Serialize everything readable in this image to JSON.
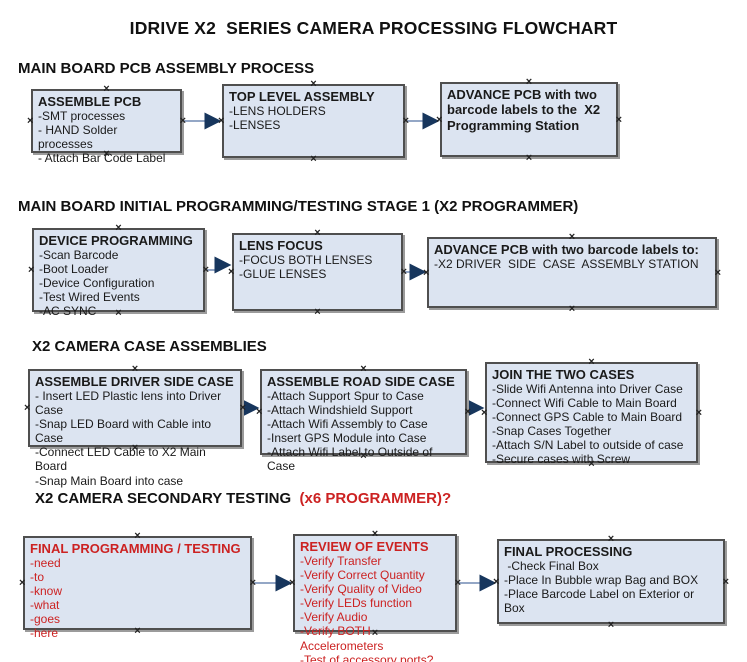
{
  "title": "IDRIVE X2  SERIES CAMERA PROCESSING FLOWCHART",
  "marker_glyph": "×",
  "colors": {
    "box_fill": "#dce4f1",
    "box_border": "#4f4f4f",
    "box_shadow": "#9b9b9b",
    "connector_line": "#94a7c6",
    "arrowhead": "#17365d",
    "accent_red": "#cc2222",
    "text": "#1a1a1a"
  },
  "sections": [
    {
      "heading": "MAIN BOARD PCB ASSEMBLY PROCESS",
      "boxes": [
        {
          "title": "ASSEMBLE PCB",
          "items": [
            "-SMT processes",
            "- HAND Solder processes",
            "- Attach Bar Code Label"
          ]
        },
        {
          "title": "TOP LEVEL ASSEMBLY",
          "items": [
            "-LENS HOLDERS",
            "-LENSES"
          ]
        },
        {
          "title": "ADVANCE PCB with two barcode labels to the  X2 Programming Station",
          "items": []
        }
      ]
    },
    {
      "heading": "MAIN BOARD INITIAL PROGRAMMING/TESTING STAGE 1 (X2 PROGRAMMER)",
      "boxes": [
        {
          "title": "DEVICE PROGRAMMING",
          "items": [
            "-Scan Barcode",
            "-Boot Loader",
            "-Device Configuration",
            "-Test Wired Events",
            "-AC SYNC"
          ]
        },
        {
          "title": "LENS FOCUS",
          "items": [
            "-FOCUS BOTH LENSES",
            "-GLUE LENSES"
          ]
        },
        {
          "title": "ADVANCE PCB with two barcode labels to:",
          "items": [
            "-X2 DRIVER  SIDE  CASE  ASSEMBLY STATION"
          ]
        }
      ]
    },
    {
      "heading": "X2 CAMERA CASE ASSEMBLIES",
      "boxes": [
        {
          "title": "ASSEMBLE DRIVER SIDE CASE",
          "items": [
            "- Insert LED Plastic lens into Driver Case",
            "-Snap LED Board with Cable into Case",
            "-Connect LED Cable to X2 Main Board",
            "-Snap Main Board into case"
          ]
        },
        {
          "title": "ASSEMBLE ROAD SIDE CASE",
          "items": [
            "-Attach Support Spur to Case",
            "-Attach Windshield Support",
            "-Attach Wifi Assembly to Case",
            "-Insert GPS Module into Case",
            "-Attach Wifi Label to Outside of Case"
          ]
        },
        {
          "title": "JOIN THE TWO CASES",
          "items": [
            "-Slide Wifi Antenna into Driver Case",
            "-Connect Wifi Cable to Main Board",
            "-Connect GPS Cable to Main Board",
            "-Snap Cases Together",
            "-Attach S/N Label to outside of case",
            "-Secure cases with Screw"
          ]
        }
      ]
    },
    {
      "heading": "X2 CAMERA SECONDARY TESTING  ",
      "heading_suffix": "(x6 PROGRAMMER)?",
      "boxes": [
        {
          "title": "FINAL PROGRAMMING / TESTING",
          "items": [
            "-need",
            "-to",
            "-know",
            "-what",
            "-goes",
            "-here"
          ]
        },
        {
          "title": "REVIEW OF EVENTS",
          "items": [
            "-Verify Transfer",
            "-Verify Correct Quantity",
            "-Verify Quality of Video",
            "-Verify LEDs function",
            "-Verify Audio",
            "-Verify BOTH Accelerometers",
            "-Test of accessory ports?"
          ]
        },
        {
          "title": "FINAL PROCESSING",
          "items": [
            " -Check Final Box",
            "-Place In Bubble wrap Bag and BOX",
            "-Place Barcode Label on Exterior or Box"
          ]
        }
      ]
    }
  ]
}
